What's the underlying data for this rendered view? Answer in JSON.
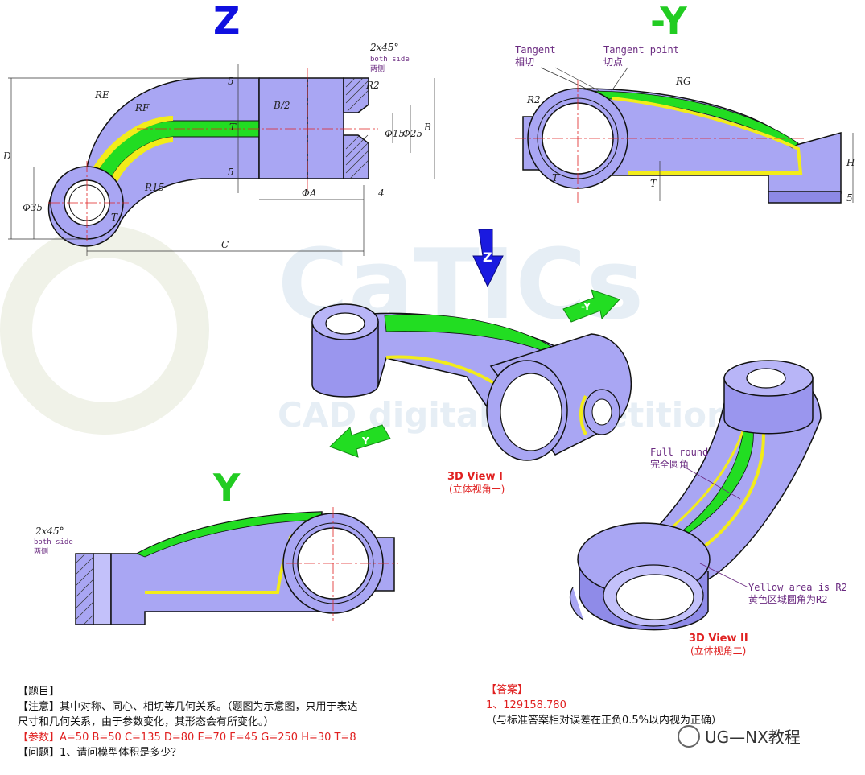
{
  "views": {
    "z_label": "Z",
    "neg_y_label": "-Y",
    "y_label": "Y",
    "view3d_1_title": "3D View I",
    "view3d_1_sub": "(立体视角一)",
    "view3d_2_title": "3D View II",
    "view3d_2_sub": "(立体视角二)"
  },
  "dims_z": {
    "chamfer": "2x45°",
    "both_side_en": "both side",
    "both_side_cn": "两侧",
    "r2": "R2",
    "five_top": "5",
    "five_bot": "5",
    "t": "T",
    "b_half": "B/2",
    "re": "RE",
    "rf": "RF",
    "d": "D",
    "phi35": "Φ35",
    "r15": "R15",
    "t2": "T",
    "phi15": "Φ15",
    "phi25": "Φ25",
    "b": "B",
    "phia": "ΦA",
    "four": "4",
    "c": "C"
  },
  "dims_negy": {
    "tangent_en": "Tangent",
    "tangent_cn": "相切",
    "tangent_point_en": "Tangent point",
    "tangent_point_cn": "切点",
    "rg": "RG",
    "r2": "R2",
    "t": "T",
    "t2": "T",
    "h": "H",
    "five": "5"
  },
  "dims_y": {
    "chamfer": "2x45°",
    "both_side_en": "both side",
    "both_side_cn": "两侧"
  },
  "notes3d": {
    "full_round_en": "Full round",
    "full_round_cn": "完全圆角",
    "yellow_en": "Yellow area is R2",
    "yellow_cn": "黄色区域圆角为R2",
    "arrow_z": "Z",
    "arrow_negy": "-Y",
    "arrow_y": "Y"
  },
  "watermark": {
    "big": "CaTICs",
    "small": "CAD digital competition"
  },
  "question": {
    "title": "【题目】",
    "note_label": "【注意】",
    "note_text": "其中对称、同心、相切等几何关系。（题图为示意图，只用于表达",
    "note_text2": "尺寸和几何关系，由于参数变化，其形态会有所变化。）",
    "params_label": "【参数】",
    "params_text": "A=50 B=50 C=135 D=80 E=70 F=45 G=250 H=30 T=8",
    "ask_label": "【问题】",
    "ask_text": "1、请问模型体积是多少？"
  },
  "answer": {
    "label": "【答案】",
    "value": "1、129158.780",
    "tolerance": "（与标准答案相对误差在正负0.5%以内视为正确）"
  },
  "brand": {
    "text": "UG—NX教程"
  },
  "colors": {
    "body": "#a9a6f3",
    "body_dark": "#7b77d9",
    "green": "#1fe01f",
    "yellow": "#f2ec1a",
    "red_center": "#e02020",
    "outline": "#111111"
  }
}
